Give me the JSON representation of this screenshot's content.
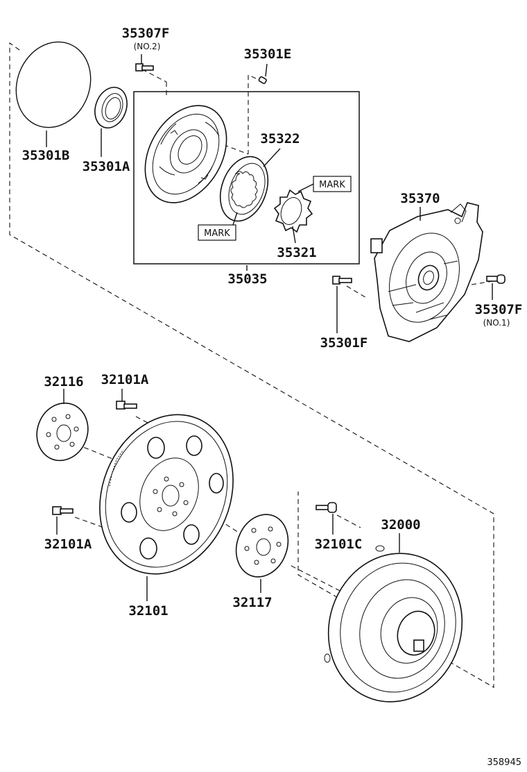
{
  "diagram": {
    "labels": {
      "p35307F_top": "35307F",
      "p35307F_top_note": "(NO.2)",
      "p35301E": "35301E",
      "p35301B": "35301B",
      "p35301A": "35301A",
      "p35322": "35322",
      "mark_upper": "MARK",
      "mark_lower": "MARK",
      "p35321": "35321",
      "p35035": "35035",
      "p35370": "35370",
      "p35307F_right": "35307F",
      "p35307F_right_note": "(NO.1)",
      "p35301F": "35301F",
      "p32116": "32116",
      "p32101A_top": "32101A",
      "p32101A_left": "32101A",
      "p32101": "32101",
      "p32117": "32117",
      "p32101C": "32101C",
      "p32000": "32000",
      "figure_id": "358945"
    }
  }
}
